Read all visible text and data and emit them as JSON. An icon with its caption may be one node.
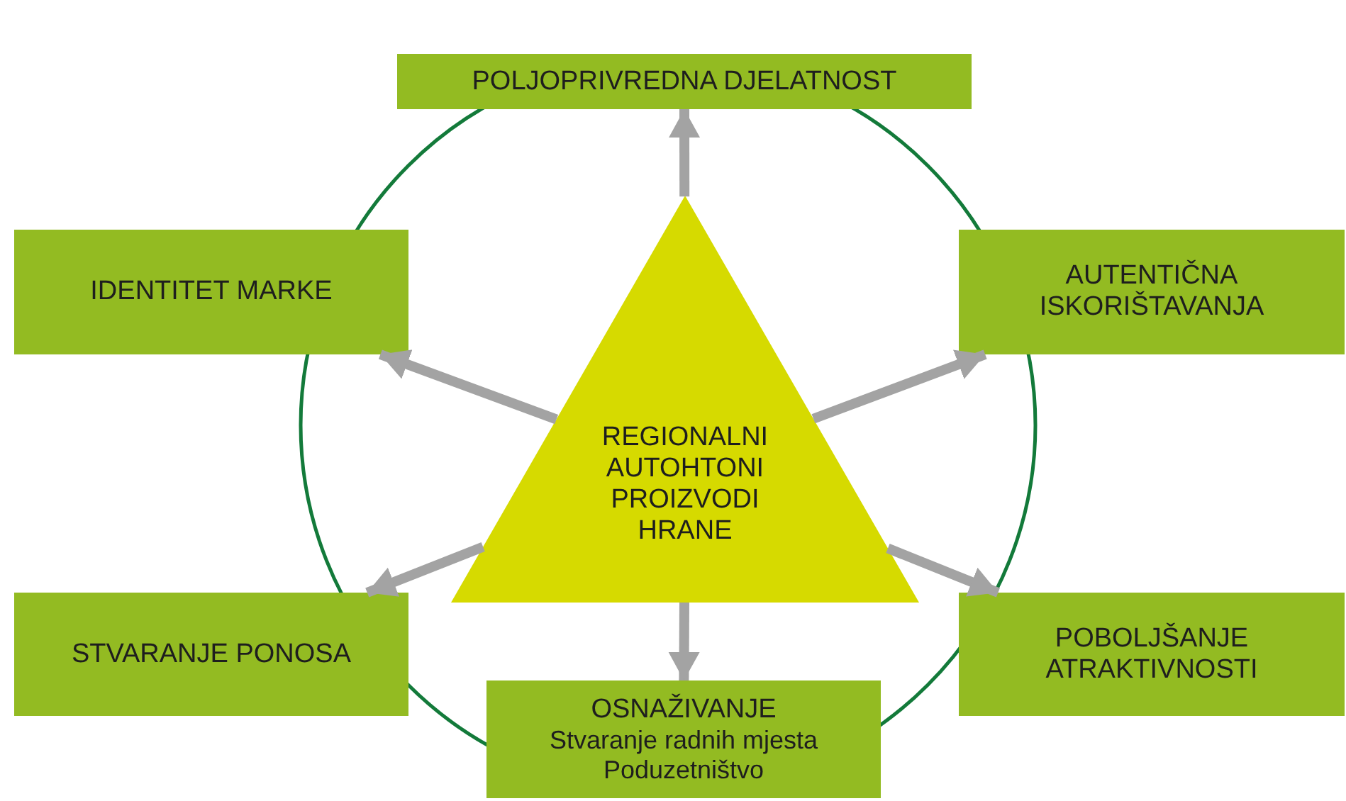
{
  "diagram": {
    "nodes": [
      {
        "text": [
          "REGIONALNI AUTOHTONI PROIZVODI HRANE"
        ]
      },
      {
        "text": [
          "POLJOPRIVREDNA DJELATNOST"
        ]
      },
      {
        "text": [
          "IDENTITET MARKE"
        ]
      },
      {
        "text": [
          "AUTENTIČNA ISKORIŠTAVANJA"
        ]
      },
      {
        "text": [
          "STVARANJE PONOSA"
        ]
      },
      {
        "text": [
          "POBOLJŠANJE ATRAKTIVNOSTI"
        ]
      },
      {
        "text": [
          "OSNAŽIVANJE",
          "Stvaranje radnih mjesta Poduzetništvo"
        ]
      }
    ],
    "edges": [
      {
        "from": 0,
        "to": 1,
        "arrow": "to"
      },
      {
        "from": 0,
        "to": 2,
        "arrow": "to"
      },
      {
        "from": 0,
        "to": 3,
        "arrow": "to"
      },
      {
        "from": 0,
        "to": 4,
        "arrow": "to"
      },
      {
        "from": 0,
        "to": 5,
        "arrow": "to"
      },
      {
        "from": 0,
        "to": 6,
        "arrow": "to"
      }
    ]
  }
}
